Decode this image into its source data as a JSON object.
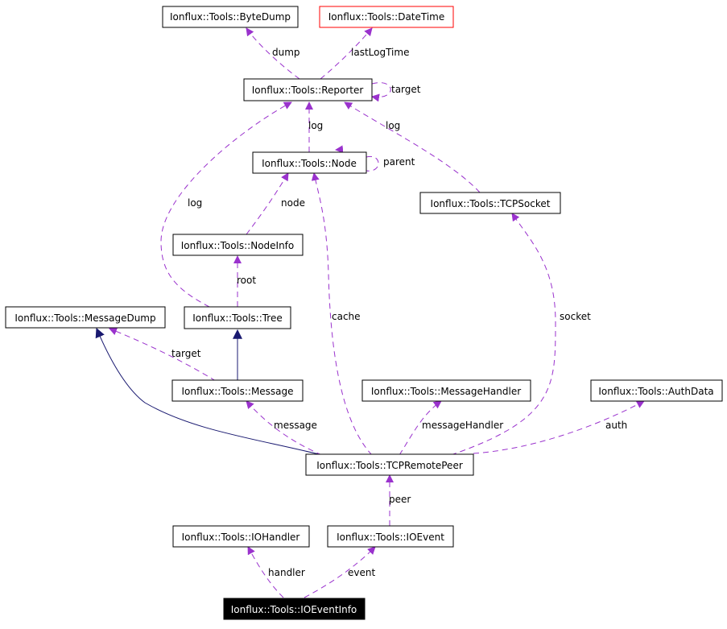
{
  "nodes": {
    "bytedump": "Ionflux::Tools::ByteDump",
    "datetime": "Ionflux::Tools::DateTime",
    "reporter": "Ionflux::Tools::Reporter",
    "node": "Ionflux::Tools::Node",
    "tcpsocket": "Ionflux::Tools::TCPSocket",
    "nodeinfo": "Ionflux::Tools::NodeInfo",
    "messagedump": "Ionflux::Tools::MessageDump",
    "tree": "Ionflux::Tools::Tree",
    "message": "Ionflux::Tools::Message",
    "messagehandler": "Ionflux::Tools::MessageHandler",
    "authdata": "Ionflux::Tools::AuthData",
    "tcpremotepeer": "Ionflux::Tools::TCPRemotePeer",
    "iohandler": "Ionflux::Tools::IOHandler",
    "ioevent": "Ionflux::Tools::IOEvent",
    "ioeventinfo": "Ionflux::Tools::IOEventInfo"
  },
  "edge_labels": {
    "dump": "dump",
    "lastlogtime": "lastLogTime",
    "target_reporter": "target",
    "log_node": "log",
    "log_socket": "log",
    "parent": "parent",
    "log_tree": "log",
    "node": "node",
    "root": "root",
    "cache": "cache",
    "socket": "socket",
    "target_message": "target",
    "message": "message",
    "messagehandler": "messageHandler",
    "auth": "auth",
    "peer": "peer",
    "handler": "handler",
    "event": "event"
  },
  "colors": {
    "member_edge": "#9a32cd",
    "inheritance_edge": "#191970",
    "focus_node_fill": "#000000",
    "highlight_border": "#ff0000"
  }
}
